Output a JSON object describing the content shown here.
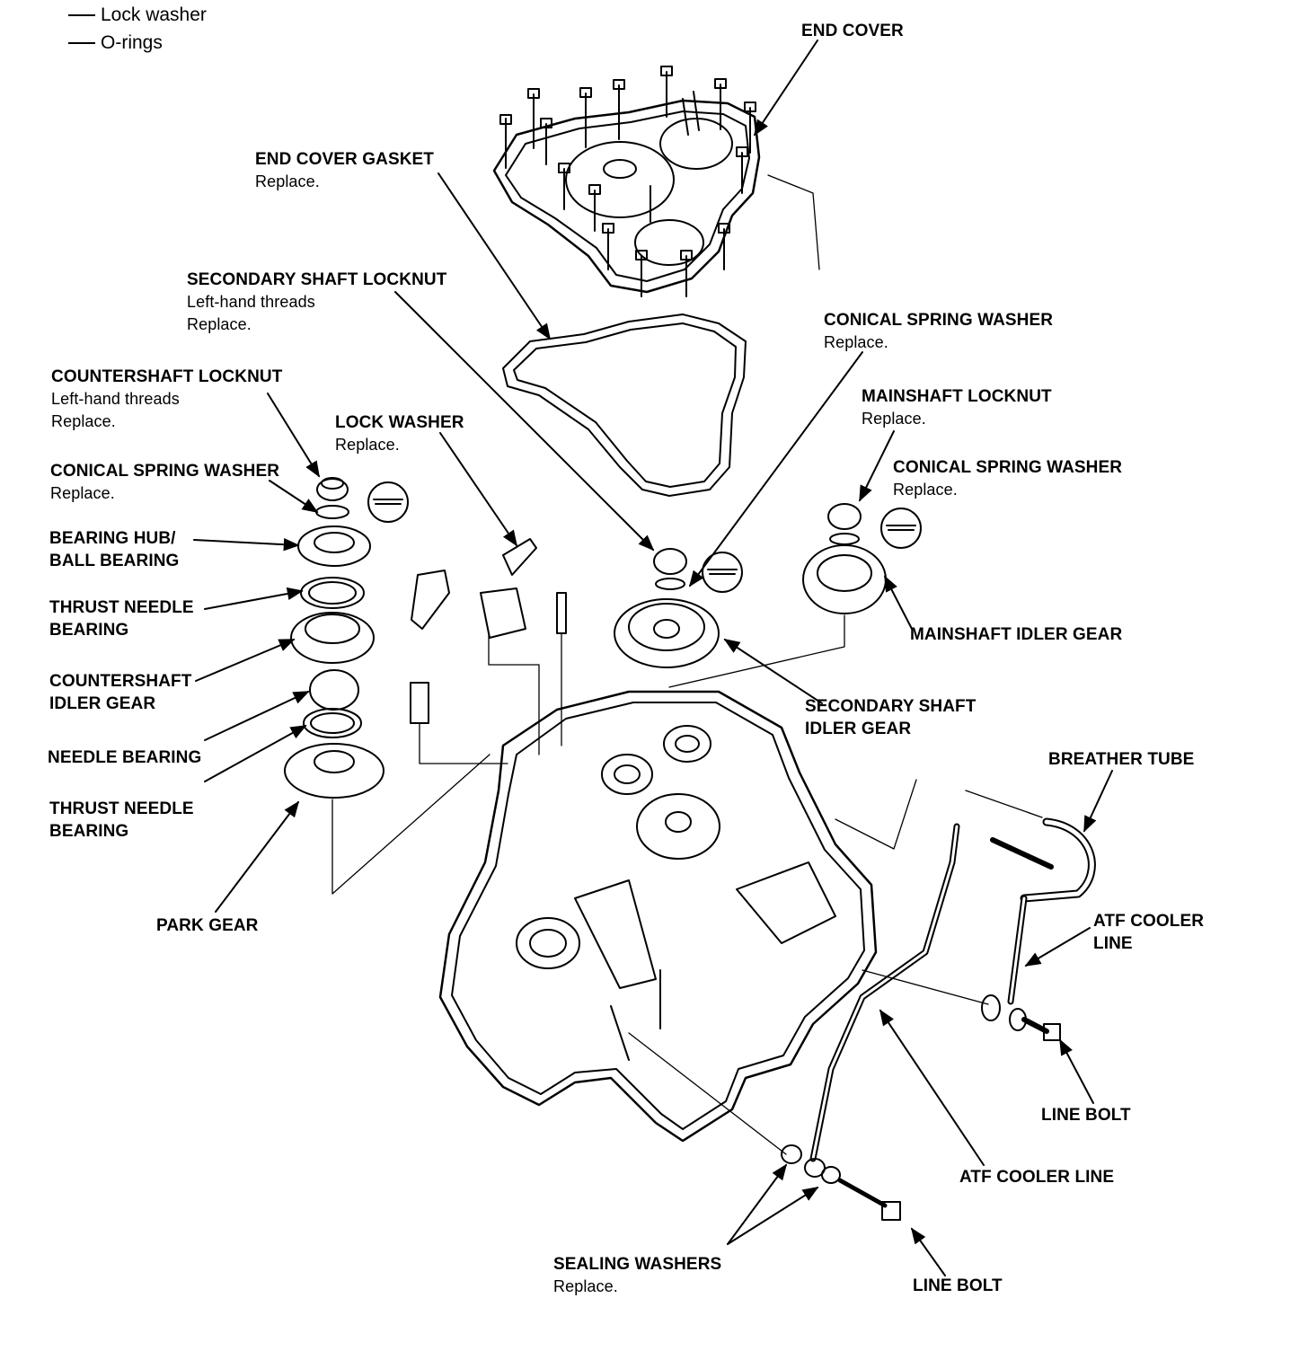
{
  "legend": {
    "items": [
      "Lock washer",
      "O-rings"
    ]
  },
  "labels": {
    "end_cover": {
      "title": "END COVER"
    },
    "end_cover_gasket": {
      "title": "END COVER GASKET",
      "note": "Replace."
    },
    "secondary_shaft_locknut": {
      "title": "SECONDARY SHAFT LOCKNUT",
      "note1": "Left-hand threads",
      "note2": "Replace."
    },
    "conical_spring_washer_top": {
      "title": "CONICAL SPRING WASHER",
      "note": "Replace."
    },
    "mainshaft_locknut": {
      "title": "MAINSHAFT LOCKNUT",
      "note": "Replace."
    },
    "conical_spring_washer_right": {
      "title": "CONICAL SPRING WASHER",
      "note": "Replace."
    },
    "countershaft_locknut": {
      "title": "COUNTERSHAFT LOCKNUT",
      "note1": "Left-hand threads",
      "note2": "Replace."
    },
    "lock_washer": {
      "title": "LOCK WASHER",
      "note": "Replace."
    },
    "conical_spring_washer_left": {
      "title": "CONICAL SPRING WASHER",
      "note": "Replace."
    },
    "bearing_hub": {
      "line1": "BEARING HUB/",
      "line2": "BALL BEARING"
    },
    "thrust_needle_bearing_1": {
      "line1": "THRUST NEEDLE",
      "line2": "BEARING"
    },
    "countershaft_idler_gear": {
      "line1": "COUNTERSHAFT",
      "line2": "IDLER GEAR"
    },
    "needle_bearing": {
      "title": "NEEDLE BEARING"
    },
    "thrust_needle_bearing_2": {
      "line1": "THRUST NEEDLE",
      "line2": "BEARING"
    },
    "park_gear": {
      "title": "PARK GEAR"
    },
    "mainshaft_idler_gear": {
      "title": "MAINSHAFT IDLER GEAR"
    },
    "secondary_shaft_idler_gear": {
      "line1": "SECONDARY SHAFT",
      "line2": "IDLER GEAR"
    },
    "breather_tube": {
      "title": "BREATHER TUBE"
    },
    "atf_cooler_line_upper": {
      "line1": "ATF COOLER",
      "line2": "LINE"
    },
    "line_bolt_upper": {
      "title": "LINE BOLT"
    },
    "atf_cooler_line_lower": {
      "title": "ATF COOLER LINE"
    },
    "sealing_washers": {
      "title": "SEALING WASHERS",
      "note": "Replace."
    },
    "line_bolt_lower": {
      "title": "LINE BOLT"
    }
  }
}
